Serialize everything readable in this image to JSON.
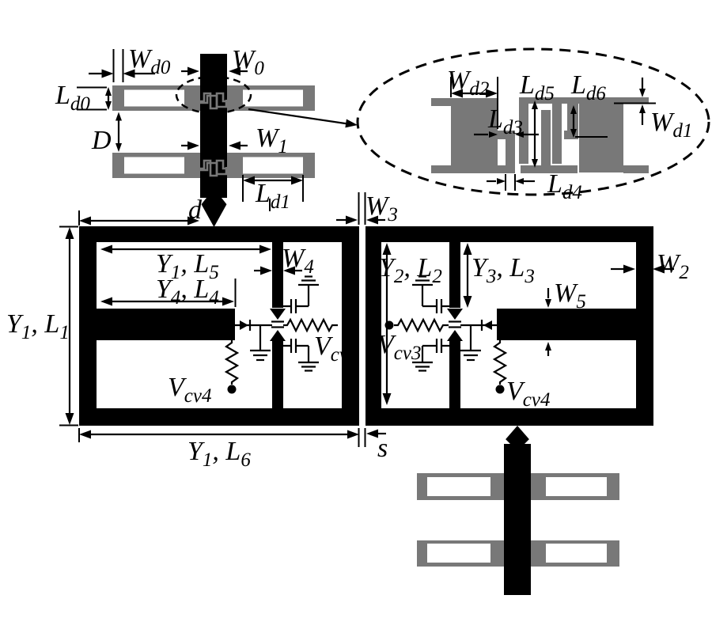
{
  "figure": {
    "colors": {
      "ink": "#000000",
      "metal": "#787878",
      "background": "#ffffff"
    },
    "labels": {
      "wd0": {
        "main": "W",
        "sub": "d0"
      },
      "w0": {
        "main": "W",
        "sub": "0"
      },
      "ld0": {
        "main": "L",
        "sub": "d0"
      },
      "D": {
        "main": "D"
      },
      "w1": {
        "main": "W",
        "sub": "1"
      },
      "ld1": {
        "main": "L",
        "sub": "d1"
      },
      "d": {
        "main": "d"
      },
      "wd2": {
        "main": "W",
        "sub": "d2"
      },
      "ld5": {
        "main": "L",
        "sub": "d5"
      },
      "ld6": {
        "main": "L",
        "sub": "d6"
      },
      "ld3": {
        "main": "L",
        "sub": "d3"
      },
      "ld4": {
        "main": "L",
        "sub": "d4"
      },
      "wd1": {
        "main": "W",
        "sub": "d1"
      },
      "w3": {
        "main": "W",
        "sub": "3"
      },
      "w4": {
        "main": "W",
        "sub": "4"
      },
      "w5": {
        "main": "W",
        "sub": "5"
      },
      "w2": {
        "main": "W",
        "sub": "2"
      },
      "s": {
        "main": "s"
      },
      "y1l5": {
        "m1": "Y",
        "s1": "1",
        "m2": ", L",
        "s2": "5"
      },
      "y4l4": {
        "m1": "Y",
        "s1": "4",
        "m2": ", L",
        "s2": "4"
      },
      "y2l2": {
        "m1": "Y",
        "s1": "2",
        "m2": ", L",
        "s2": "2"
      },
      "y3l3": {
        "m1": "Y",
        "s1": "3",
        "m2": ", L",
        "s2": "3"
      },
      "y1l1": {
        "m1": "Y",
        "s1": "1",
        "m2": ", L",
        "s2": "1"
      },
      "y1l6": {
        "m1": "Y",
        "s1": "1",
        "m2": ", L",
        "s2": "6"
      },
      "vcv3": {
        "main": "V",
        "sub": "cv3"
      },
      "vcv4": {
        "main": "V",
        "sub": "cv4"
      }
    }
  }
}
